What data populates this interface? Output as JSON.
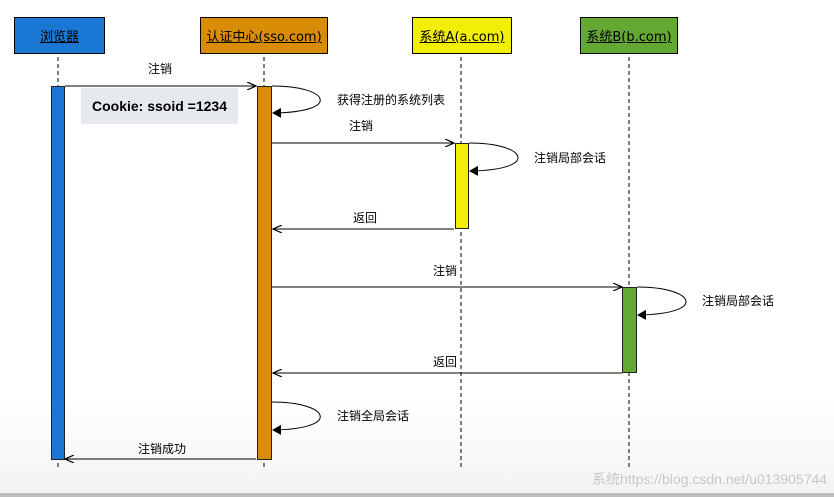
{
  "actors": {
    "browser": {
      "label": "浏览器",
      "color": "#1a78d4"
    },
    "sso": {
      "label": "认证中心(sso.com)",
      "color": "#d98c06"
    },
    "sys_a": {
      "label": "系统A(a.com)",
      "color": "#f2ee05"
    },
    "sys_b": {
      "label": "系统B(b.com)",
      "color": "#64a834"
    }
  },
  "cookie_note": "Cookie: ssoid =1234",
  "messages": {
    "browser_to_sso": "注销",
    "sso_self_get_list": "获得注册的系统列表",
    "sso_to_a": "注销",
    "a_self": "注销局部会话",
    "a_return": "返回",
    "sso_to_b": "注销",
    "b_self": "注销局部会话",
    "b_return": "返回",
    "sso_self_global": "注销全局会话",
    "sso_to_browser": "注销成功"
  },
  "watermark": "系统https://blog.csdn.net/u013905744"
}
